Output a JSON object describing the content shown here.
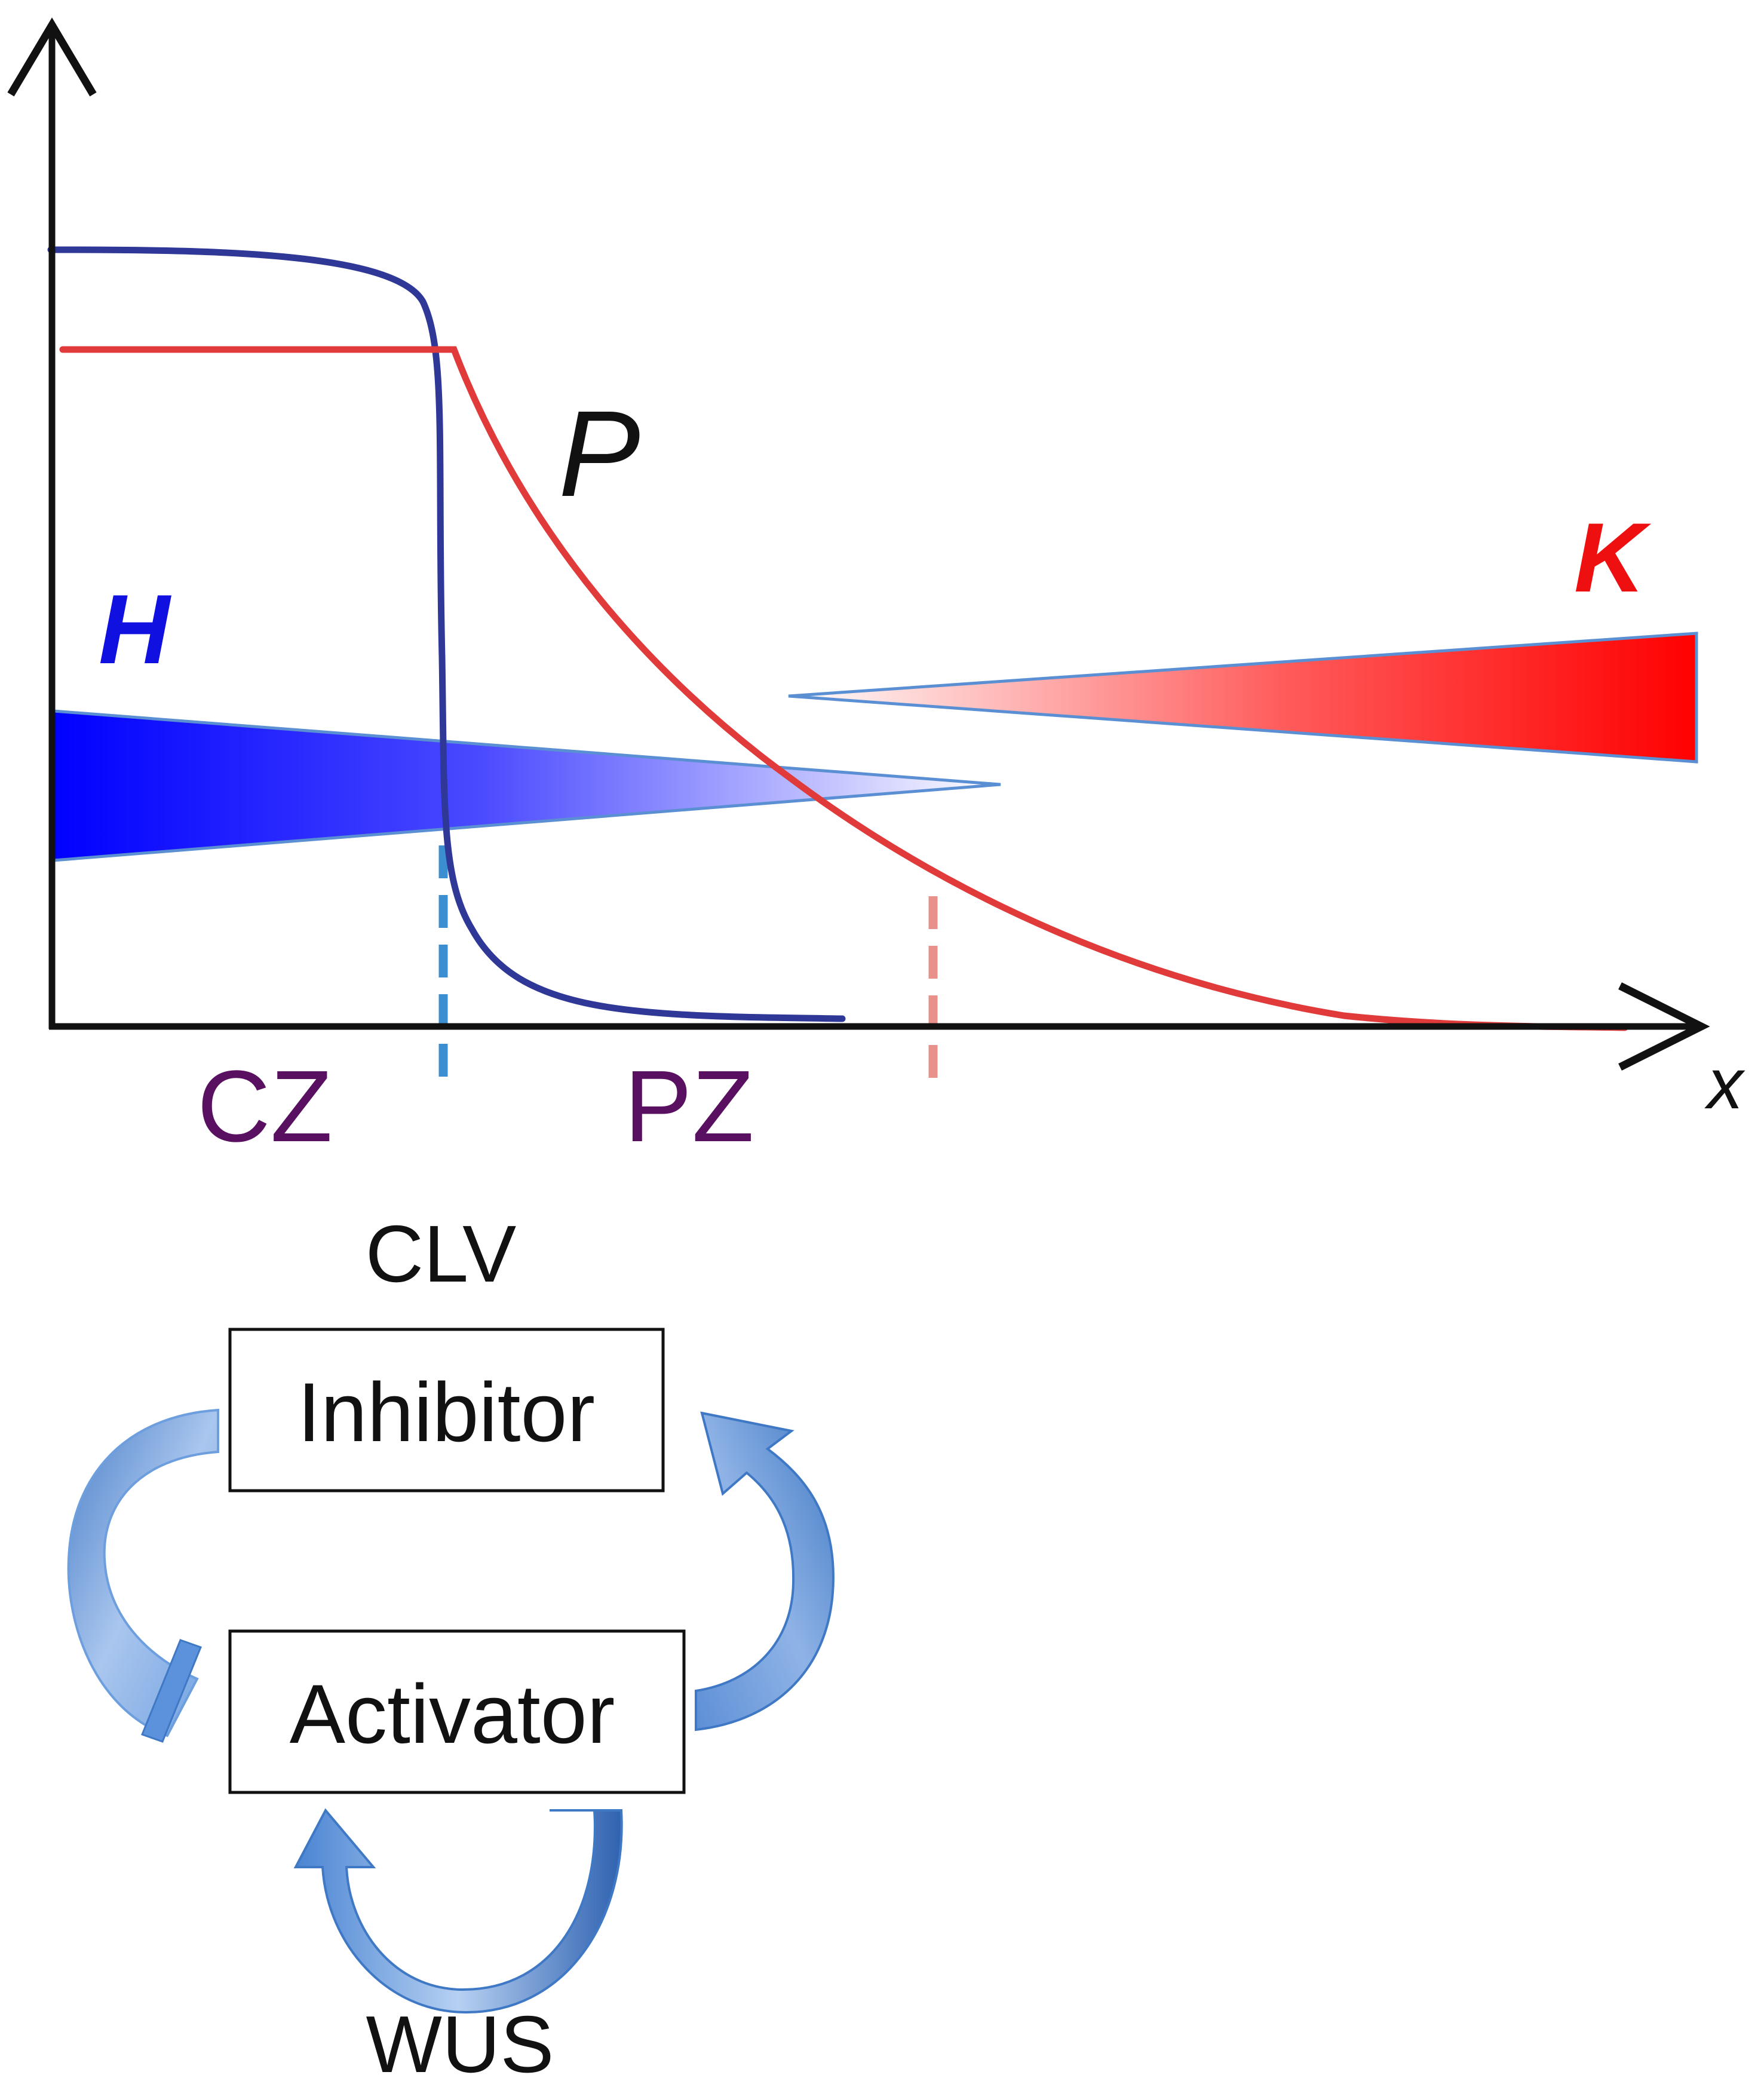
{
  "plot": {
    "curve_label_p": "P",
    "gradient_label_h": "H",
    "gradient_label_k": "K",
    "axis_label_x": "x",
    "zone_cz": "CZ",
    "zone_pz": "PZ"
  },
  "network": {
    "label_top": "CLV",
    "box_inhibitor": "Inhibitor",
    "box_activator": "Activator",
    "label_bottom": "WUS"
  },
  "colors": {
    "axis": "#111111",
    "curve_blue": "#2f3896",
    "curve_red": "#e03a3a",
    "gradient_blue": "#0000ff",
    "gradient_red": "#ff0000",
    "gradient_outline": "#5b8fd4",
    "dash_blue": "#3b8fd0",
    "dash_red": "#e8908a",
    "zone_text": "#5a1060",
    "label_h": "#1010e0",
    "label_k": "#ee1010",
    "arrow_fill": "#6d9ede",
    "arrow_dark": "#3f78c4"
  },
  "icons": {
    "x_axis": "arrow-right-icon",
    "y_axis": "arrow-up-icon",
    "inhibition": "inhibition-arrow-icon",
    "activation": "activation-arrow-icon",
    "self_activation": "self-activation-arrow-icon"
  }
}
